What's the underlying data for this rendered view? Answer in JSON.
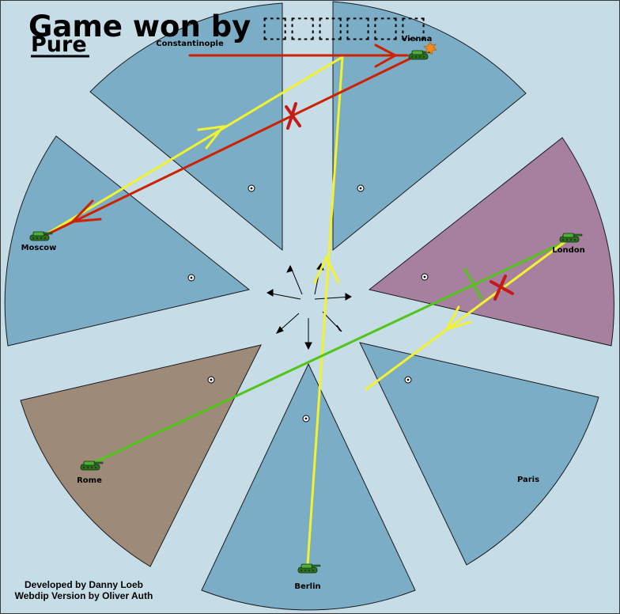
{
  "header": {
    "title": "Game won by ⬚⬚⬚⬚⬚⬚",
    "variant": "Pure"
  },
  "credits": {
    "line1": "Developed by Danny Loeb",
    "line2": "Webdip Version by Oliver Auth"
  },
  "territories": [
    {
      "id": "constantinople",
      "label": "Constantinople",
      "color": "#7baec6",
      "supply_center": true
    },
    {
      "id": "vienna",
      "label": "Vienna",
      "color": "#7baec6",
      "supply_center": true
    },
    {
      "id": "london",
      "label": "London",
      "color": "#a6809e",
      "supply_center": true
    },
    {
      "id": "paris",
      "label": "Paris",
      "color": "#7baec6",
      "supply_center": true
    },
    {
      "id": "berlin",
      "label": "Berlin",
      "color": "#7baec6",
      "supply_center": true
    },
    {
      "id": "rome",
      "label": "Rome",
      "color": "#9e8a78",
      "supply_center": true
    },
    {
      "id": "moscow",
      "label": "Moscow",
      "color": "#7baec6",
      "supply_center": true
    }
  ],
  "units": [
    {
      "territory": "Vienna",
      "type": "army",
      "dislodged": true
    },
    {
      "territory": "Moscow",
      "type": "army"
    },
    {
      "territory": "London",
      "type": "army"
    },
    {
      "territory": "Rome",
      "type": "army"
    },
    {
      "territory": "Berlin",
      "type": "army"
    }
  ],
  "orders": [
    {
      "from": "Constantinople",
      "to": "Vienna",
      "kind": "move",
      "color": "#cc2200"
    },
    {
      "from": "Vienna",
      "to": "Moscow",
      "kind": "move",
      "failed": true,
      "color": "#cc2200"
    },
    {
      "from": "Moscow",
      "to": "Vienna",
      "kind": "move",
      "color": "#f2f230"
    },
    {
      "from": "Berlin",
      "to": "Vienna",
      "kind": "move",
      "color": "#f2f230"
    },
    {
      "from": "London",
      "to": "Paris",
      "kind": "move",
      "failed": true,
      "color": "#f2f230"
    },
    {
      "from": "Rome",
      "to": "London",
      "kind": "support",
      "failed": true,
      "color": "#52c41a"
    }
  ],
  "colors": {
    "water": "#c6dde8",
    "border": "#1a1a1a",
    "unit": "#3f9a2f"
  }
}
